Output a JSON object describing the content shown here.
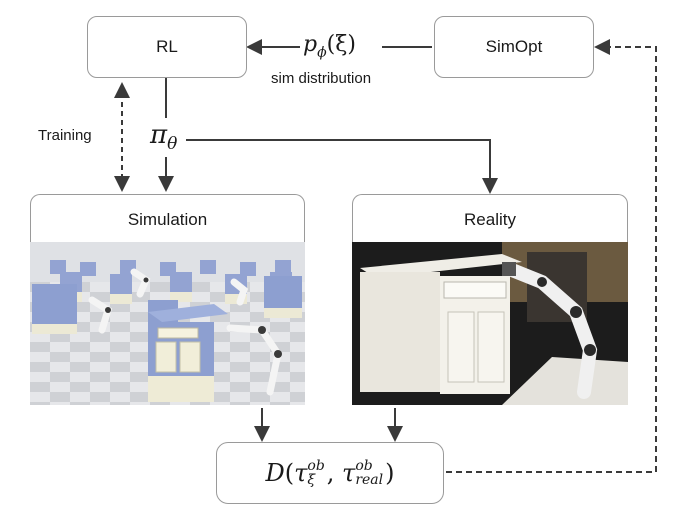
{
  "nodes": {
    "rl": "RL",
    "simopt": "SimOpt",
    "simulation": "Simulation",
    "reality": "Reality"
  },
  "labels": {
    "sim_param_symbol": "p",
    "sim_param_sub": "ϕ",
    "sim_param_arg": "(ξ)",
    "sim_distribution": "sim distribution",
    "training": "Training",
    "policy_symbol": "π",
    "policy_sub": "θ"
  },
  "discrepancy": {
    "func": "D",
    "open": "(",
    "tau1": "τ",
    "tau1_sup": "ob",
    "tau1_sub": "ξ",
    "comma": ", ",
    "tau2": "τ",
    "tau2_sup": "ob",
    "tau2_sub": "real",
    "close": ")"
  },
  "colors": {
    "arrow": "#3a3a3a",
    "box_border": "#9a9a9a",
    "sim_cabinet": "#8d9fd0",
    "sim_floor": "#d8dade",
    "real_background": "#1c1c1c"
  }
}
